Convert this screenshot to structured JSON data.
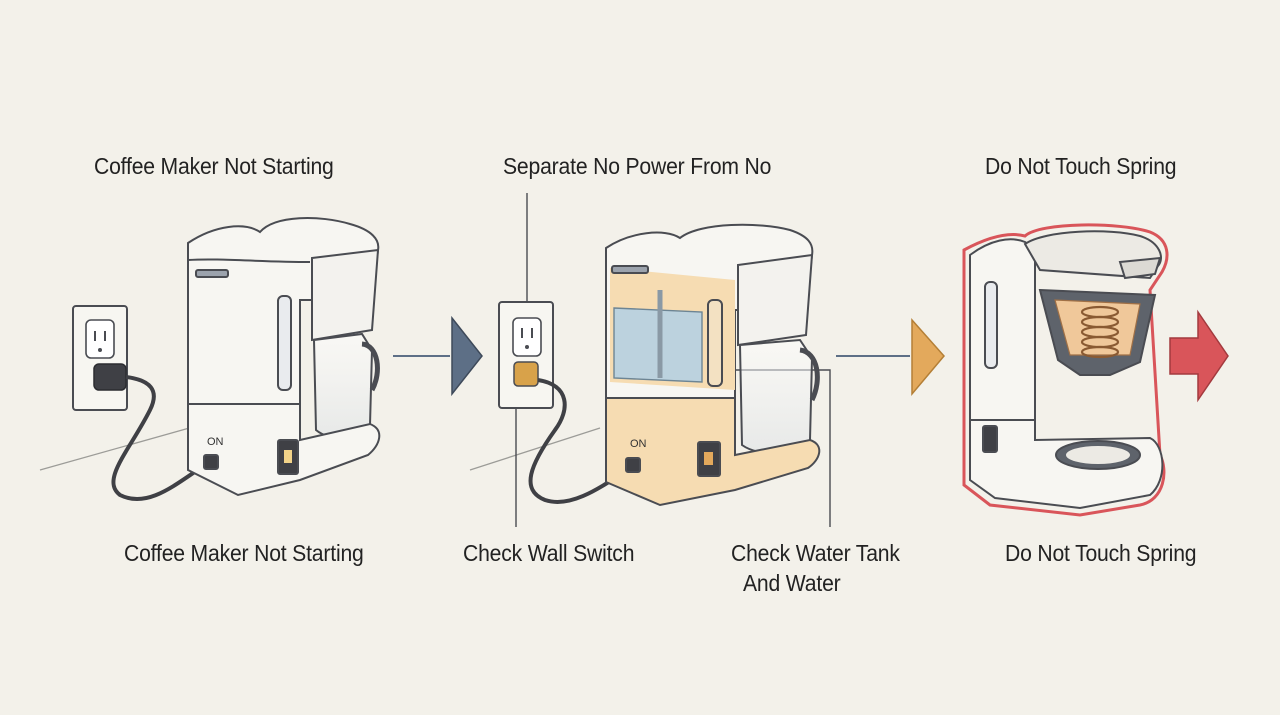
{
  "panels": [
    {
      "title": "Coffee Maker Not Starting",
      "caption": "Coffee Maker Not Starting",
      "switch_label": "ON"
    },
    {
      "title": "Separate No Power From No",
      "caption_switch": "Check Wall Switch",
      "caption_tank_line1": "Check Water Tank",
      "caption_tank_line2": "And Water",
      "switch_label": "ON"
    },
    {
      "title": "Do Not Touch Spring",
      "caption": "Do Not Touch Spring"
    }
  ],
  "colors": {
    "background": "#f3f1ea",
    "outline": "#4a4c52",
    "arrow_blue": "#5d6f86",
    "arrow_orange": "#e3a95c",
    "arrow_red": "#d9555a",
    "highlight_peach": "#f6dcb2",
    "water_blue": "#bcd2de",
    "warning_red": "#d9555a"
  },
  "icons": [
    "wall-outlet-icon",
    "power-plug-icon",
    "coffee-maker-icon",
    "flow-arrow-icon",
    "warning-arrow-icon",
    "spring-icon"
  ]
}
